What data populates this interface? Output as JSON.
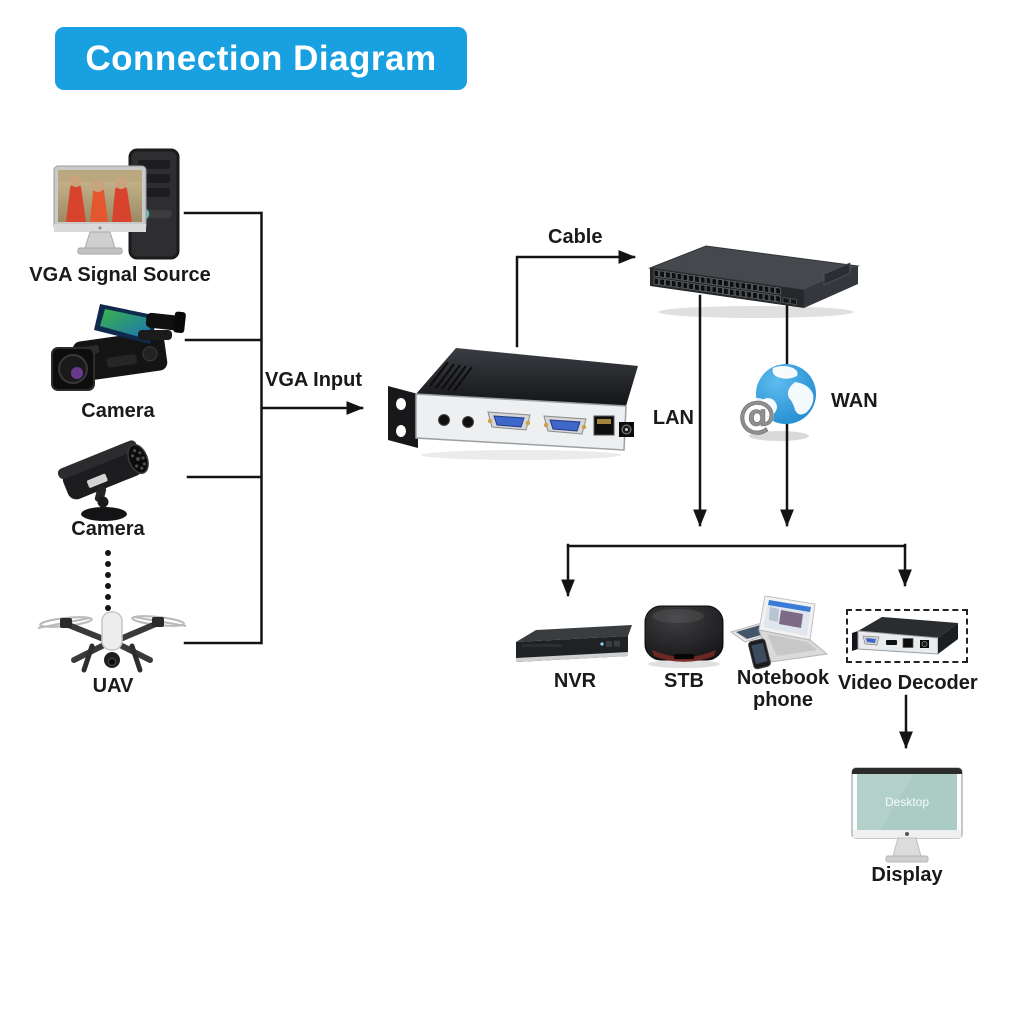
{
  "title": "Connection Diagram",
  "labels": {
    "vga_source": "VGA Signal Source",
    "camera_video": "Camera",
    "camera_cctv": "Camera",
    "uav": "UAV",
    "vga_input": "VGA Input",
    "cable": "Cable",
    "lan": "LAN",
    "wan": "WAN",
    "nvr": "NVR",
    "stb": "STB",
    "notebook_line1": "Notebook",
    "notebook_line2": "phone",
    "video_decoder": "Video Decoder",
    "display": "Display",
    "display_screen_text": "Desktop"
  },
  "colors": {
    "banner_blue": "#18a0e0",
    "title_text": "#ffffff",
    "wire_black": "#141414",
    "display_screen_teal": "#abccc4",
    "globe_blue": "#2e9fdf",
    "vga_connector_blue": "#3f66c9"
  },
  "icons": {
    "vga_source": "desktop-pc-with-tower",
    "camera_video": "camcorder",
    "camera_cctv": "cctv-bullet-camera",
    "uav": "quadcopter-drone",
    "encoder": "vga-encoder-box",
    "switch": "48-port-network-switch",
    "wan_globe": "internet-globe-at-symbol",
    "nvr": "nvr-recorder",
    "stb": "set-top-box",
    "notebook": "laptop-tablet-phone",
    "video_decoder": "video-decoder-box",
    "display": "desktop-monitor"
  }
}
